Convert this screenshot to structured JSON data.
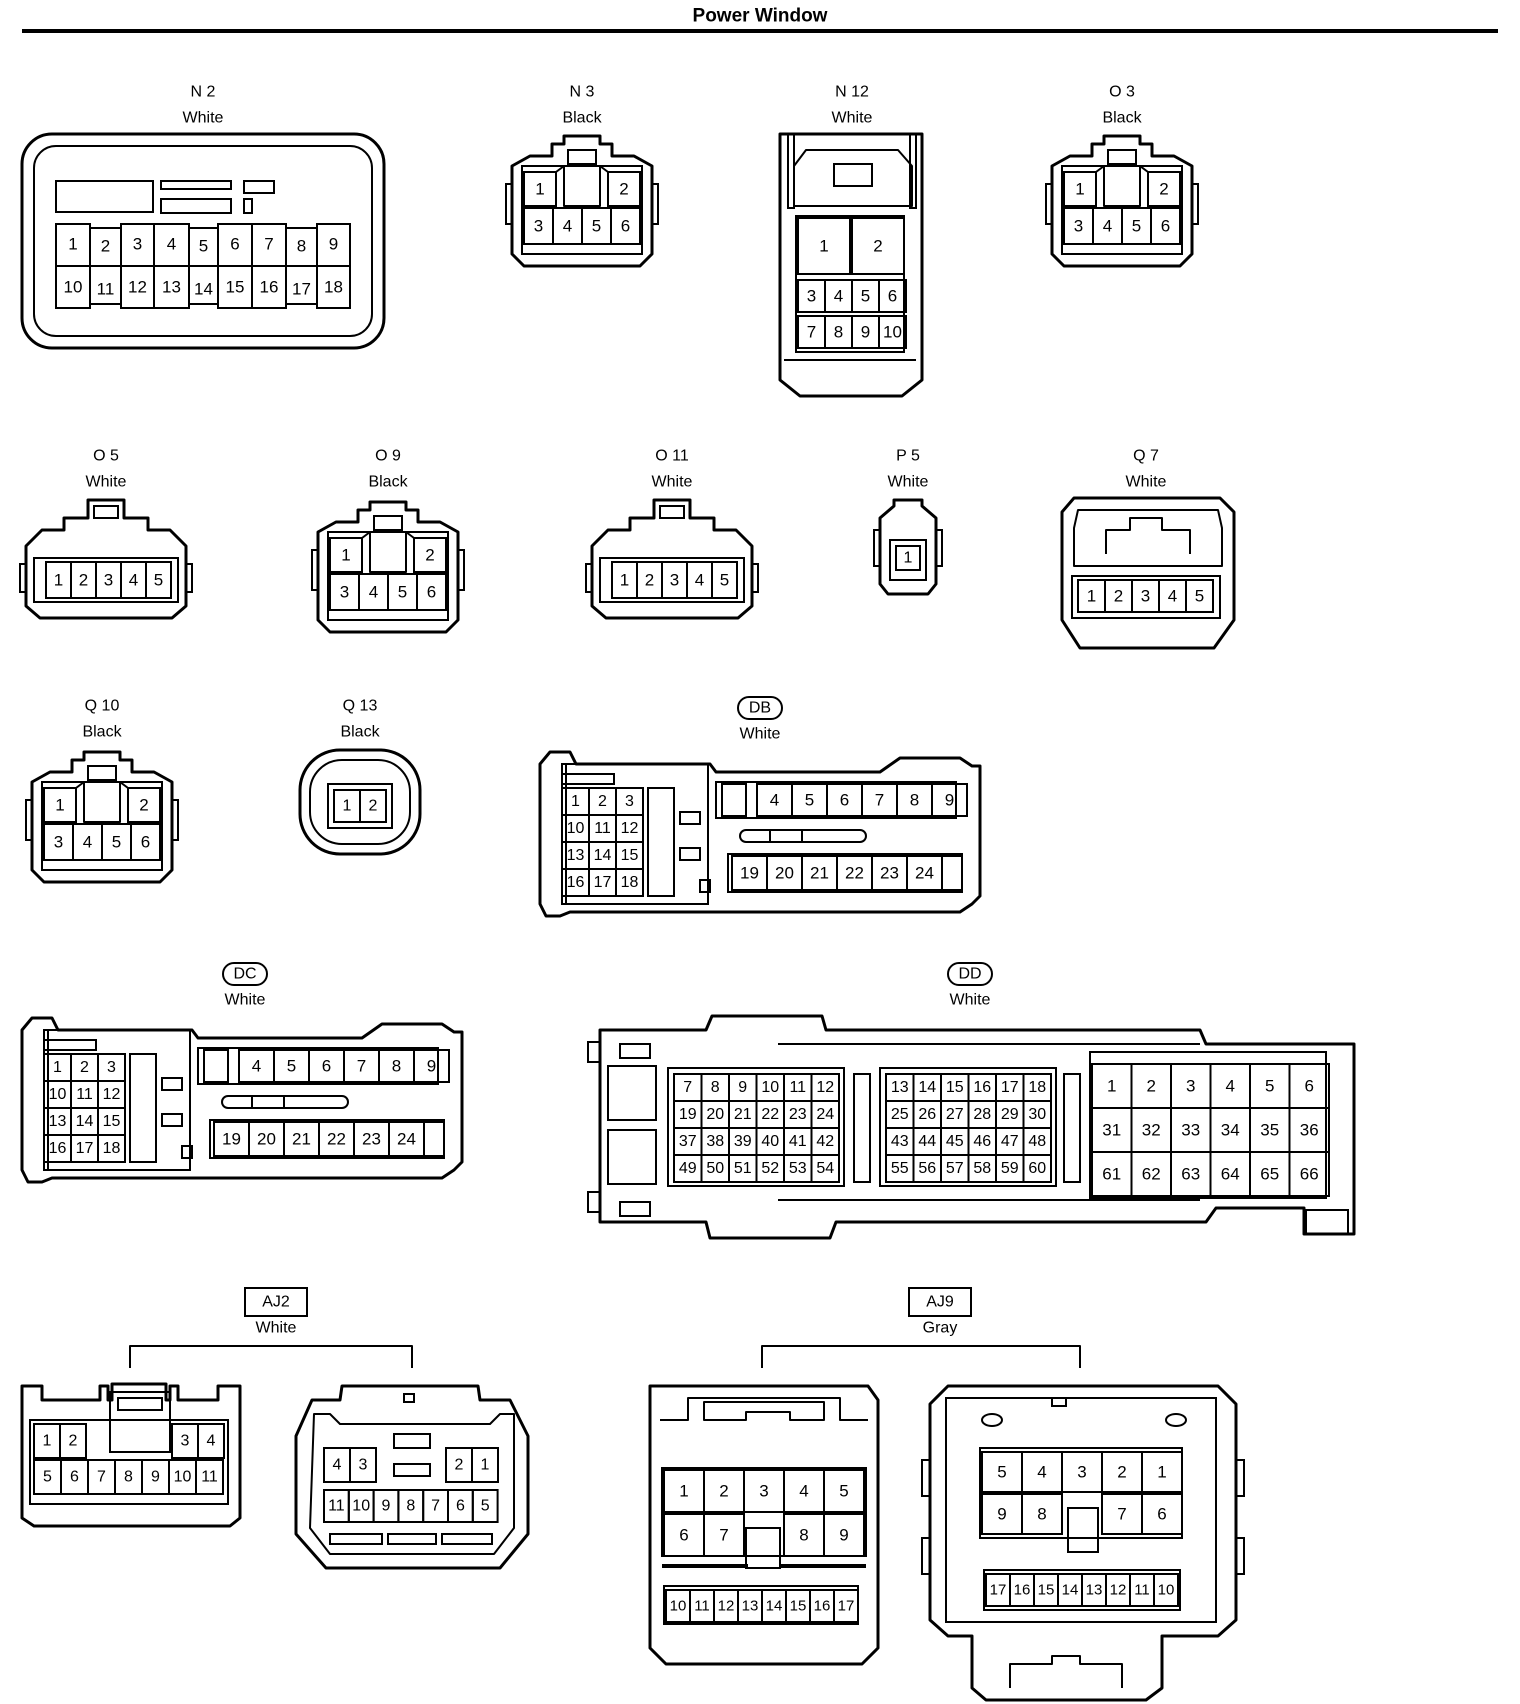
{
  "title": "Power Window",
  "connectors": [
    {
      "id": "N2",
      "code": "N 2",
      "color": "White"
    },
    {
      "id": "N3",
      "code": "N 3",
      "color": "Black"
    },
    {
      "id": "N12",
      "code": "N 12",
      "color": "White"
    },
    {
      "id": "O3",
      "code": "O 3",
      "color": "Black"
    },
    {
      "id": "O5",
      "code": "O 5",
      "color": "White"
    },
    {
      "id": "O9",
      "code": "O 9",
      "color": "Black"
    },
    {
      "id": "O11",
      "code": "O 11",
      "color": "White"
    },
    {
      "id": "P5",
      "code": "P 5",
      "color": "White"
    },
    {
      "id": "Q7",
      "code": "Q 7",
      "color": "White"
    },
    {
      "id": "Q10",
      "code": "Q 10",
      "color": "Black"
    },
    {
      "id": "Q13",
      "code": "Q 13",
      "color": "Black"
    },
    {
      "id": "DB",
      "code": "DB",
      "color": "White",
      "badge": "oval"
    },
    {
      "id": "DC",
      "code": "DC",
      "color": "White",
      "badge": "oval"
    },
    {
      "id": "DD",
      "code": "DD",
      "color": "White",
      "badge": "oval"
    },
    {
      "id": "AJ2",
      "code": "AJ2",
      "color": "White",
      "badge": "box"
    },
    {
      "id": "AJ9",
      "code": "AJ9",
      "color": "Gray",
      "badge": "box"
    }
  ]
}
